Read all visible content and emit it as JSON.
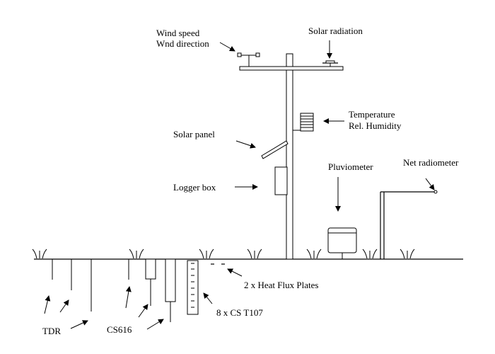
{
  "labels": {
    "wind_speed": "Wind speed",
    "wind_direction": "Wnd direction",
    "solar_radiation": "Solar radiation",
    "temperature": "Temperature",
    "rel_humidity": "Rel. Humidity",
    "solar_panel": "Solar panel",
    "logger_box": "Logger box",
    "pluviometer": "Pluviometer",
    "net_radiometer": "Net radiometer",
    "heat_flux_plates": "2 x Heat Flux Plates",
    "cs_t107": "8 x CS T107",
    "tdr": "TDR",
    "cs616": "CS616"
  },
  "colors": {
    "ink": "#000000",
    "background": "#ffffff"
  }
}
